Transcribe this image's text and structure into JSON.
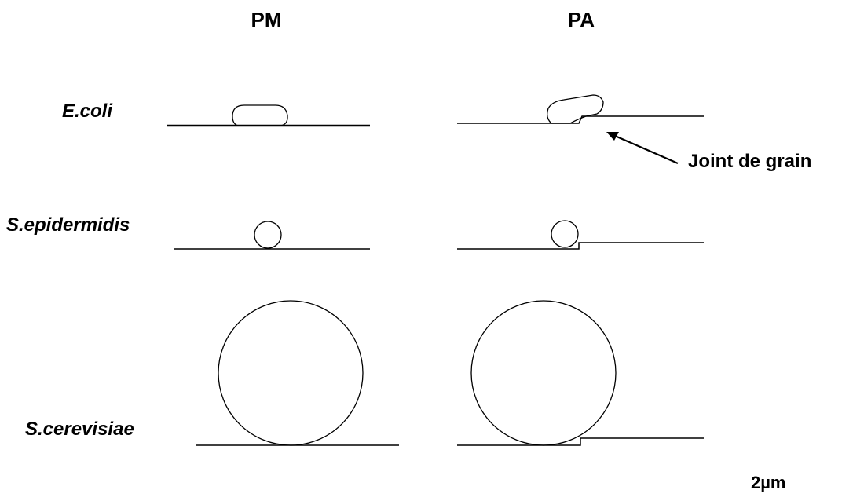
{
  "columns": {
    "pm": "PM",
    "pa": "PA"
  },
  "rows": {
    "ecoli": "E.coli",
    "sepidermidis": "S.epidermidis",
    "scerevisiae": "S.cerevisiae"
  },
  "annotation": {
    "grain_boundary": "Joint de grain"
  },
  "scale_bar": {
    "label": "2µm"
  },
  "colors": {
    "ink": "#000000",
    "background": "#ffffff"
  }
}
